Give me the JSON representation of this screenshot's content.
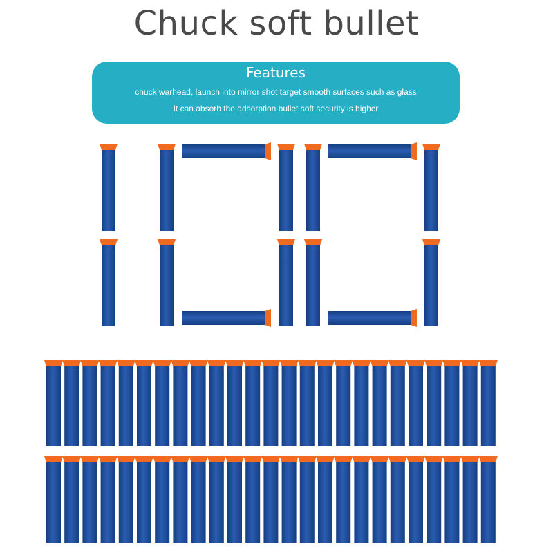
{
  "title": "Chuck soft bullet",
  "features": {
    "heading": "Features",
    "lines": [
      "chuck warhead, launch into mirror shot target smooth surfaces such as glass",
      "It can absorb the adsorption bullet soft security is higher"
    ]
  },
  "colors": {
    "dart_body": "#1f4f9c",
    "dart_tip": "#f06a1f",
    "banner": "#25aec4",
    "title_text": "#4a4a4a"
  },
  "product": {
    "display_number": "100",
    "rows_of_darts": 2,
    "darts_per_row": 25
  }
}
